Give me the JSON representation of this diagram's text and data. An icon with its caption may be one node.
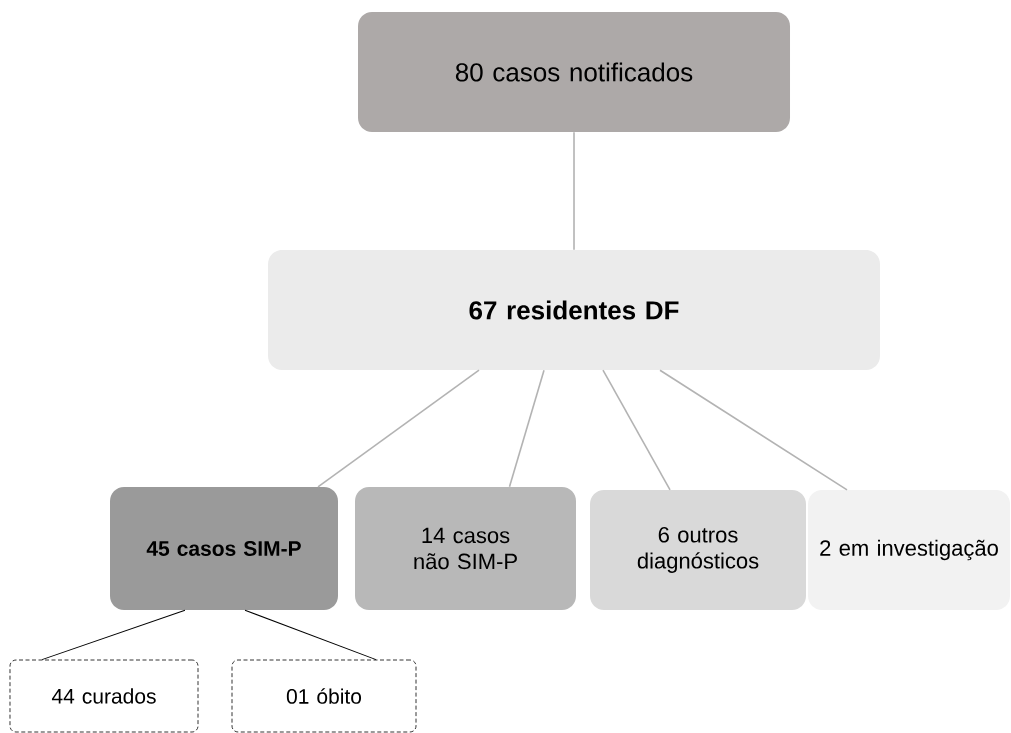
{
  "diagram": {
    "nodes": [
      {
        "text": [
          "80 casos notificados"
        ]
      },
      {
        "text": [
          "67 residentes DF"
        ]
      },
      {
        "text": [
          "45 casos SIM-P"
        ]
      },
      {
        "text": [
          "14 casos não SIM-P"
        ]
      },
      {
        "text": [
          "6 outros diagnósticos"
        ]
      },
      {
        "text": [
          "2 em investigação"
        ]
      },
      {
        "text": [
          "44 curados"
        ]
      },
      {
        "text": [
          "01 óbito"
        ]
      }
    ],
    "edges": [
      {
        "from": 0,
        "to": 1,
        "arrow": "none"
      },
      {
        "from": 1,
        "to": 2,
        "arrow": "none"
      },
      {
        "from": 1,
        "to": 3,
        "arrow": "none"
      },
      {
        "from": 1,
        "to": 4,
        "arrow": "none"
      },
      {
        "from": 1,
        "to": 5,
        "arrow": "none"
      },
      {
        "from": 2,
        "to": 6,
        "arrow": "none",
        "color": "#000000"
      },
      {
        "from": 2,
        "to": 7,
        "arrow": "none",
        "color": "#000000"
      }
    ]
  }
}
